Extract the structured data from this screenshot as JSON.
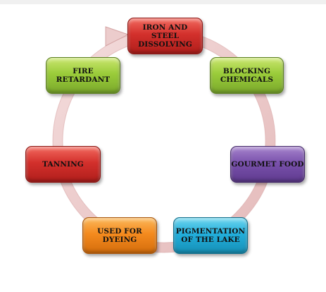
{
  "nodes": {
    "iron": "IRON AND STEEL DISSOLVING",
    "blocking": "BLOCKING CHEMICALS",
    "gourmet": "GOURMET FOOD",
    "pigmentation": "PIGMENTATION OF THE LAKE",
    "dyeing": "USED FOR DYEING",
    "tanning": "TANNING",
    "fire": "FIRE RETARDANT"
  },
  "colors": {
    "ring": "#e9c4c4",
    "red": "#d3302c",
    "green": "#9acc3a",
    "purple": "#7a52ad",
    "cyan": "#22aedb",
    "orange": "#f48a1e"
  }
}
